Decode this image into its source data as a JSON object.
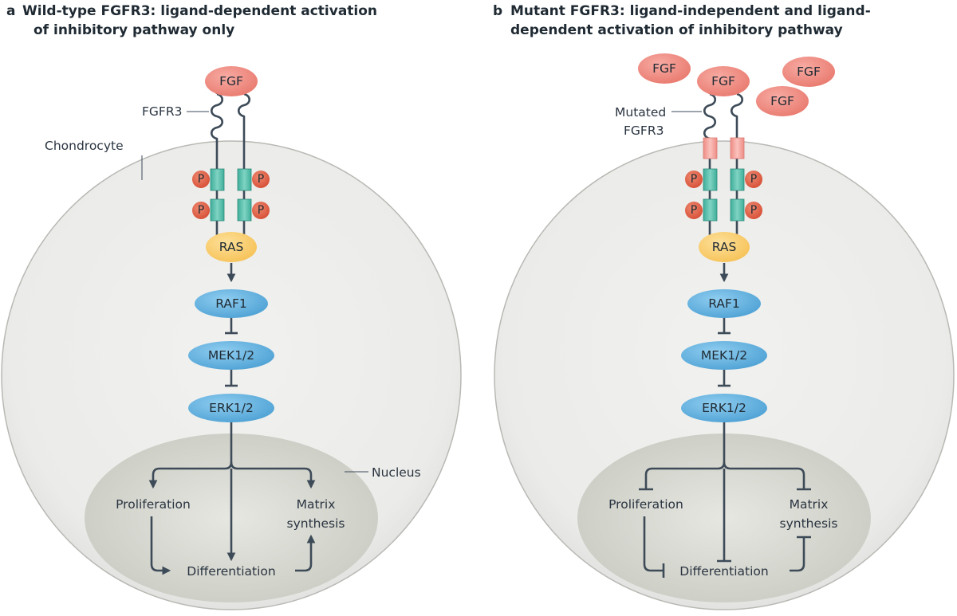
{
  "panels": [
    {
      "letter": "a",
      "title_line1": "Wild-type FGFR3: ligand-dependent activation",
      "title_line2": "of inhibitory pathway only",
      "receptor_label": "FGFR3",
      "cell_label": "Chondrocyte",
      "nucleus_label": "Nucleus",
      "ligand": "FGF",
      "phospho": "P",
      "adaptor": "RAS",
      "kinase1": "RAF1",
      "kinase2": "MEK1/2",
      "kinase3": "ERK1/2",
      "outcome_proliferation": "Proliferation",
      "outcome_matrix_line1": "Matrix",
      "outcome_matrix_line2": "synthesis",
      "outcome_differentiation": "Differentiation"
    },
    {
      "letter": "b",
      "title_line1": "Mutant FGFR3: ligand-independent and ligand-",
      "title_line2": "dependent activation of inhibitory pathway",
      "receptor_label_line1": "Mutated",
      "receptor_label_line2": "FGFR3",
      "ligand": "FGF",
      "phospho": "P",
      "adaptor": "RAS",
      "kinase1": "RAF1",
      "kinase2": "MEK1/2",
      "kinase3": "ERK1/2",
      "outcome_proliferation": "Proliferation",
      "outcome_matrix_line1": "Matrix",
      "outcome_matrix_line2": "synthesis",
      "outcome_differentiation": "Differentiation"
    }
  ],
  "colors": {
    "ligand_fill": "#ef8a80",
    "phospho_fill": "#e2634b",
    "receptor_domain_fill": "#5fc2b0",
    "mutant_domain_fill": "#f4a6a0",
    "ras_fill": "#fbd273",
    "kinase_fill": "#68b6e3",
    "cell_fill": "#eeeeec",
    "nucleus_fill": "#d9dbd3",
    "line_color": "#3d4a57"
  }
}
